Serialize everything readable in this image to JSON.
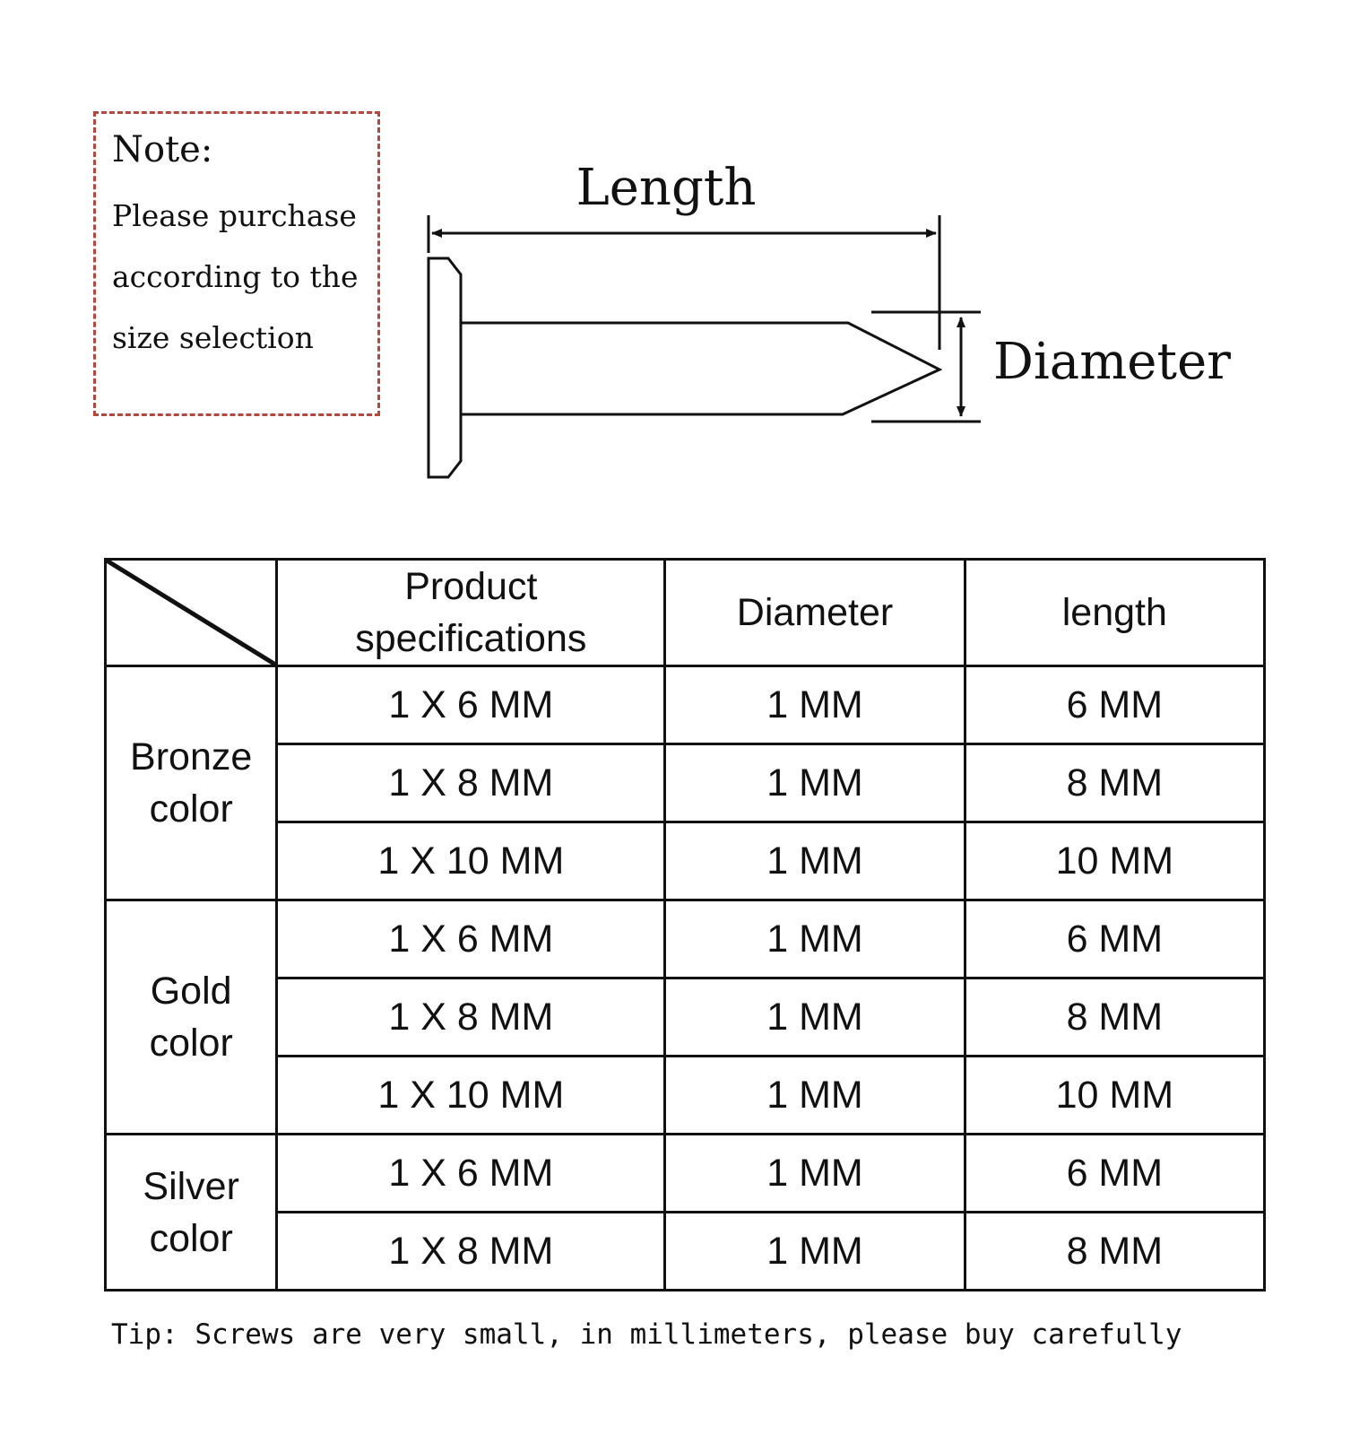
{
  "note": {
    "title": "Note:",
    "lines": [
      "Please purchase",
      "according to the",
      "size selection"
    ]
  },
  "diagram": {
    "length_label": "Length",
    "diameter_label": "Diameter"
  },
  "table": {
    "headers": [
      "Product specifications",
      "Diameter",
      "length"
    ],
    "groups": [
      {
        "label": "Bronze color",
        "rows": [
          [
            "1 X 6 MM",
            "1 MM",
            "6 MM"
          ],
          [
            "1 X 8 MM",
            "1 MM",
            "8 MM"
          ],
          [
            "1 X 10 MM",
            "1 MM",
            "10 MM"
          ]
        ]
      },
      {
        "label": "Gold color",
        "rows": [
          [
            "1 X 6 MM",
            "1 MM",
            "6 MM"
          ],
          [
            "1 X 8 MM",
            "1 MM",
            "8 MM"
          ],
          [
            "1 X 10 MM",
            "1 MM",
            "10 MM"
          ]
        ]
      },
      {
        "label": "Silver color",
        "rows": [
          [
            "1 X 6 MM",
            "1 MM",
            "6 MM"
          ],
          [
            "1 X 8 MM",
            "1 MM",
            "8 MM"
          ]
        ]
      }
    ]
  },
  "tip": "Tip: Screws are very small, in millimeters, please buy carefully"
}
